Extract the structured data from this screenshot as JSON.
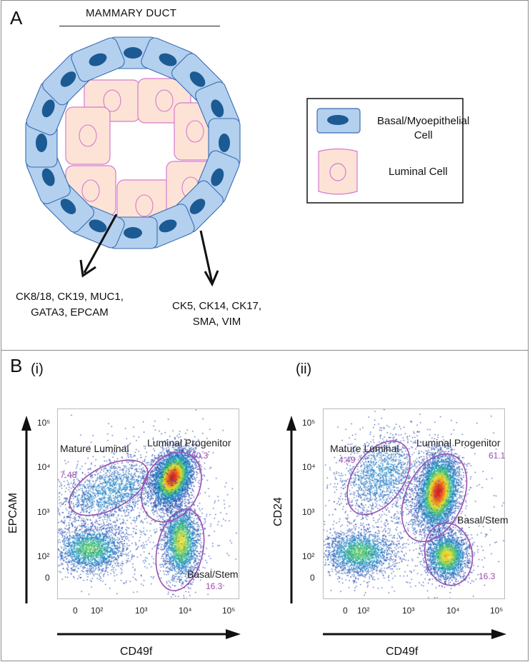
{
  "panel_a": {
    "label": "A",
    "title": "MAMMARY DUCT",
    "legend": {
      "basal": "Basal/Myoepithelial\nCell",
      "luminal": "Luminal Cell"
    },
    "markers_luminal": "CK8/18, CK19, MUC1,\nGATA3, EPCAM",
    "markers_basal": "CK5, CK14, CK17,\nSMA, VIM",
    "colors": {
      "basal_fill": "#b3d0ef",
      "basal_stroke": "#3a6cb0",
      "nucleus": "#1c5a94",
      "luminal_fill": "#fde3d6",
      "luminal_stroke": "#d57ad0"
    }
  },
  "panel_b": {
    "label": "B",
    "plots": [
      {
        "tag": "(i)",
        "ylabel": "EPCAM",
        "xlabel": "CD49f",
        "yticks": [
          "10⁵",
          "10⁴",
          "10³",
          "10²",
          "0"
        ],
        "xticks": [
          "0",
          "10²",
          "10³",
          "10⁴",
          "10⁵"
        ],
        "gates": [
          {
            "name": "Mature Luminal",
            "value": "7.48"
          },
          {
            "name": "Luminal Progenitor",
            "value": "60.3"
          },
          {
            "name": "Basal/Stem",
            "value": "16.3"
          }
        ]
      },
      {
        "tag": "(ii)",
        "ylabel": "CD24",
        "xlabel": "CD49f",
        "yticks": [
          "10⁵",
          "10⁴",
          "10³",
          "10²",
          "0"
        ],
        "xticks": [
          "0",
          "10²",
          "10³",
          "10⁴",
          "10⁵"
        ],
        "gates": [
          {
            "name": "Mature Luminal",
            "value": "4.49"
          },
          {
            "name": "Luminal Progenitor",
            "value": "61.1"
          },
          {
            "name": "Basal/Stem",
            "value": "16.3"
          }
        ]
      }
    ],
    "gate_color": "#9b4fb0"
  }
}
